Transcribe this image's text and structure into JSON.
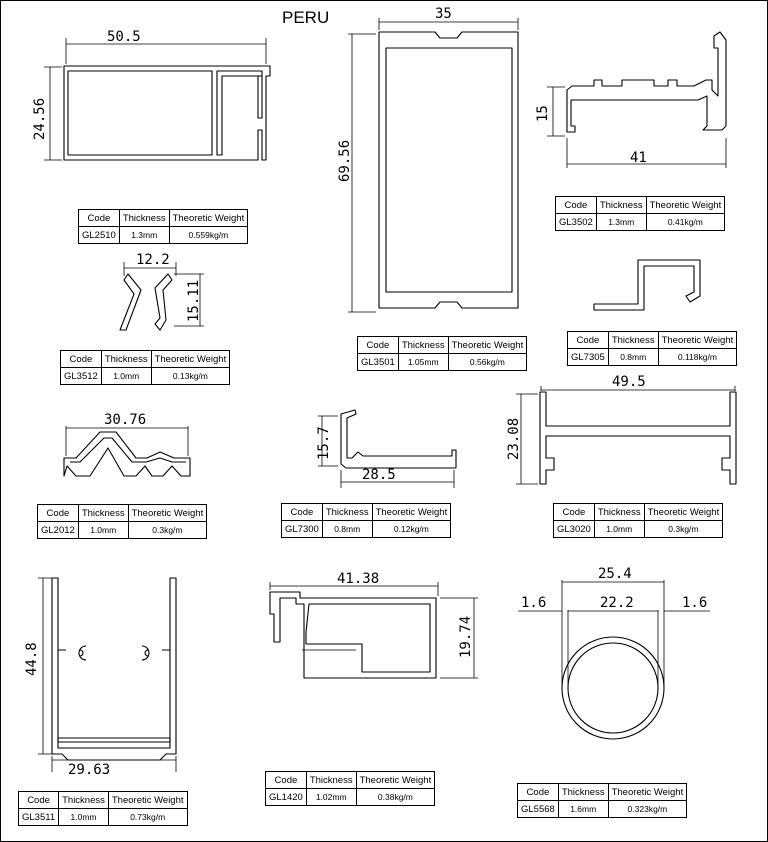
{
  "page_title": "PERU",
  "table_headers": {
    "code": "Code",
    "thickness": "Thickness",
    "weight": "Theoretic Weight"
  },
  "profiles": {
    "GL2510": {
      "code": "GL2510",
      "thickness": "1.3mm",
      "weight": "0.559kg/m",
      "dims": [
        "50.5",
        "24.56"
      ]
    },
    "GL3501": {
      "code": "GL3501",
      "thickness": "1.05mm",
      "weight": "0.56kg/m",
      "dims": [
        "35",
        "69.56"
      ]
    },
    "GL3502": {
      "code": "GL3502",
      "thickness": "1.3mm",
      "weight": "0.41kg/m",
      "dims": [
        "15",
        "41"
      ]
    },
    "GL3512": {
      "code": "GL3512",
      "thickness": "1.0mm",
      "weight": "0.13kg/m",
      "dims": [
        "12.2",
        "15.11"
      ]
    },
    "GL7305": {
      "code": "GL7305",
      "thickness": "0.8mm",
      "weight": "0.118kg/m",
      "dims": []
    },
    "GL2012": {
      "code": "GL2012",
      "thickness": "1.0mm",
      "weight": "0.3kg/m",
      "dims": [
        "30.76"
      ]
    },
    "GL7300": {
      "code": "GL7300",
      "thickness": "0.8mm",
      "weight": "0.12kg/m",
      "dims": [
        "15.7",
        "28.5"
      ]
    },
    "GL3020": {
      "code": "GL3020",
      "thickness": "1.0mm",
      "weight": "0.3kg/m",
      "dims": [
        "49.5",
        "23.08"
      ]
    },
    "GL3511": {
      "code": "GL3511",
      "thickness": "1.0mm",
      "weight": "0.73kg/m",
      "dims": [
        "44.8",
        "29.63"
      ]
    },
    "GL1420": {
      "code": "GL1420",
      "thickness": "1.02mm",
      "weight": "0.38kg/m",
      "dims": [
        "41.38",
        "19.74"
      ]
    },
    "GL5568": {
      "code": "GL5568",
      "thickness": "1.6mm",
      "weight": "0.323kg/m",
      "dims": [
        "25.4",
        "1.6",
        "22.2",
        "1.6"
      ]
    }
  }
}
